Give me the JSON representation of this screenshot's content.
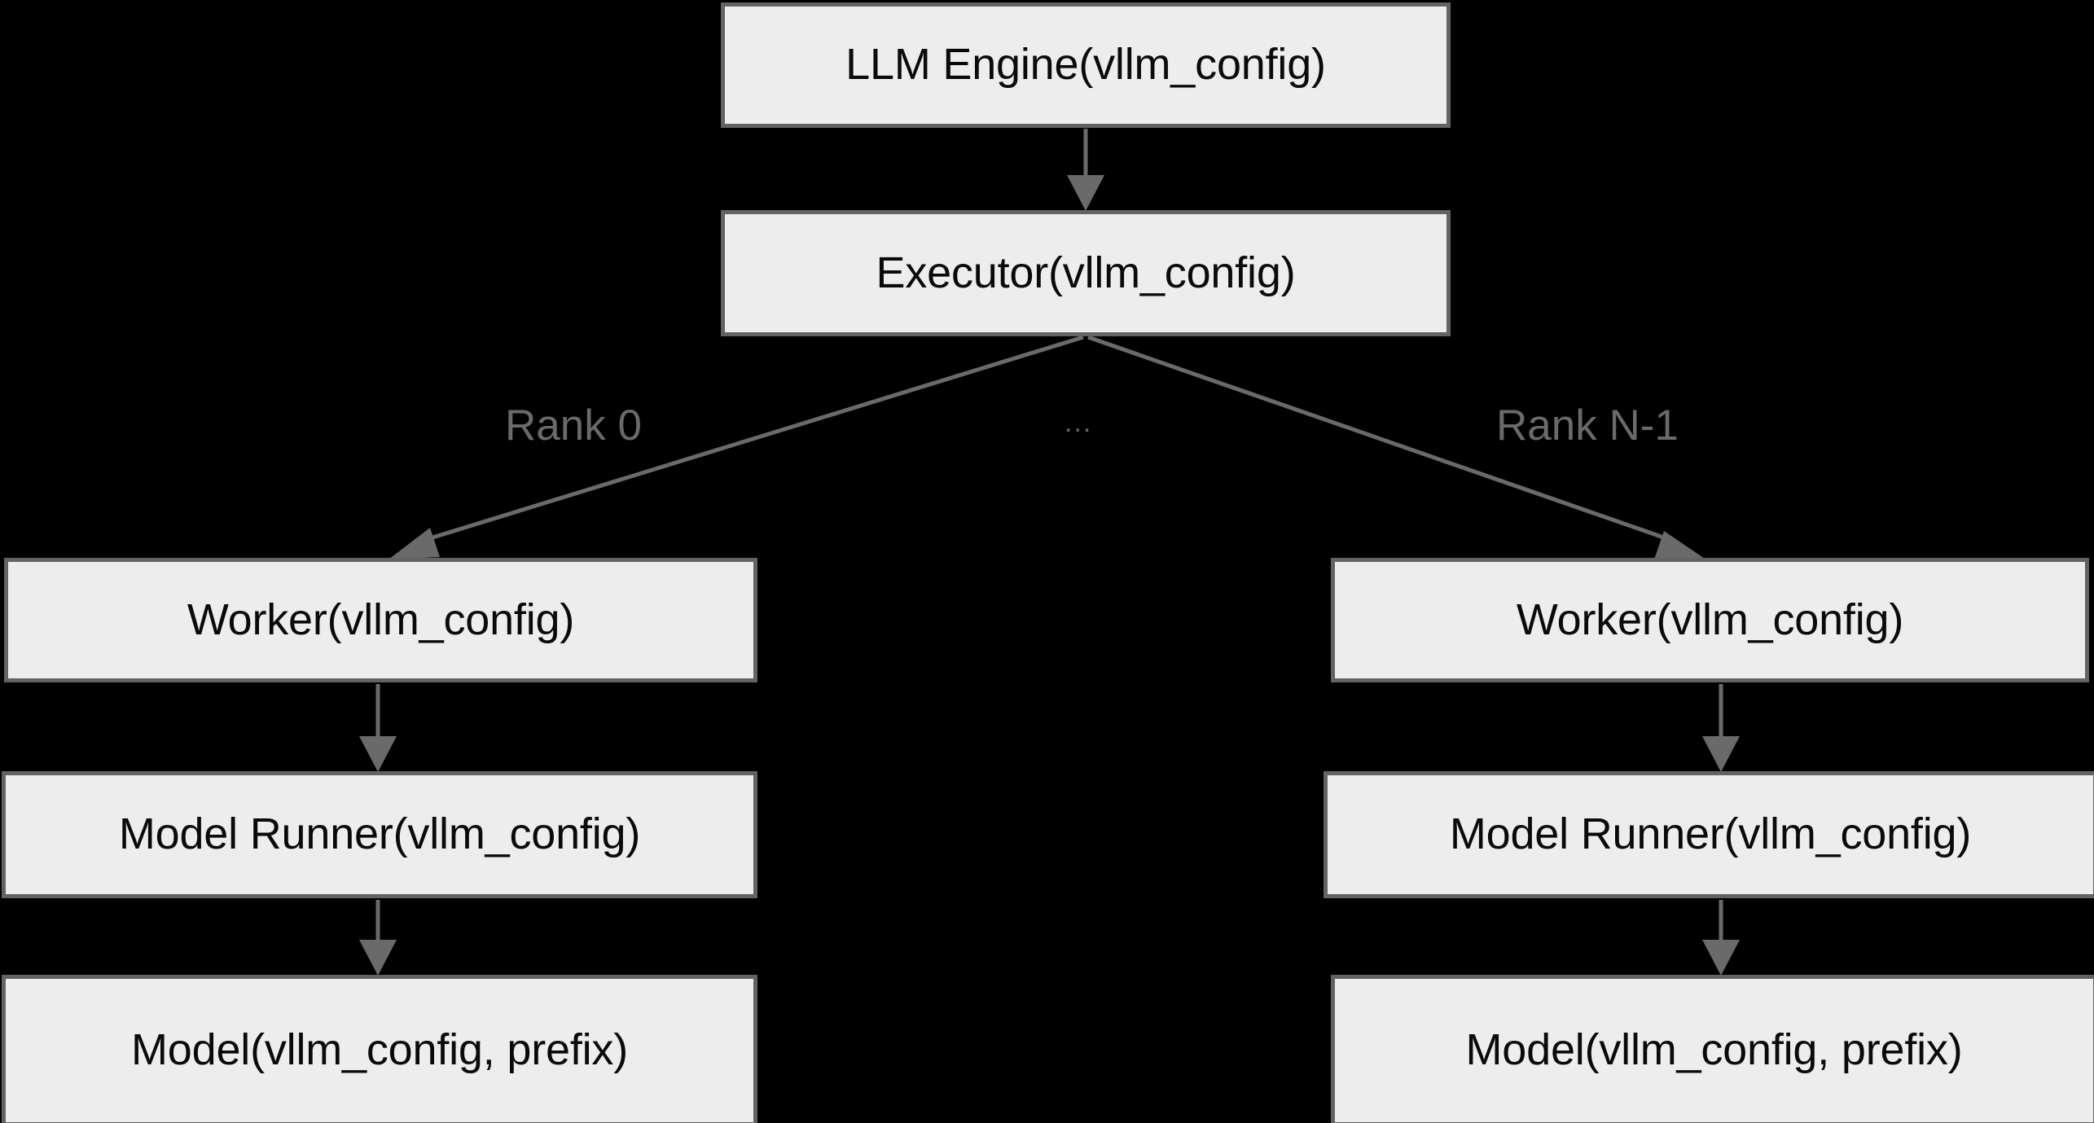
{
  "diagram": {
    "title": "vLLM engine configuration propagation",
    "background_color": "#000000",
    "node_fill": "#ededed",
    "node_border": "#636363",
    "edge_color": "#6a6a6a",
    "nodes": {
      "engine": {
        "label": "LLM Engine(vllm_config)"
      },
      "executor": {
        "label": "Executor(vllm_config)"
      },
      "worker_0": {
        "label": "Worker(vllm_config)"
      },
      "worker_n": {
        "label": "Worker(vllm_config)"
      },
      "runner_0": {
        "label": "Model Runner(vllm_config)"
      },
      "runner_n": {
        "label": "Model Runner(vllm_config)"
      },
      "model_0": {
        "label": "Model(vllm_config, prefix)"
      },
      "model_n": {
        "label": "Model(vllm_config, prefix)"
      }
    },
    "edge_labels": {
      "rank_first": "Rank 0",
      "rank_middle": "...",
      "rank_last": "Rank N-1"
    }
  }
}
